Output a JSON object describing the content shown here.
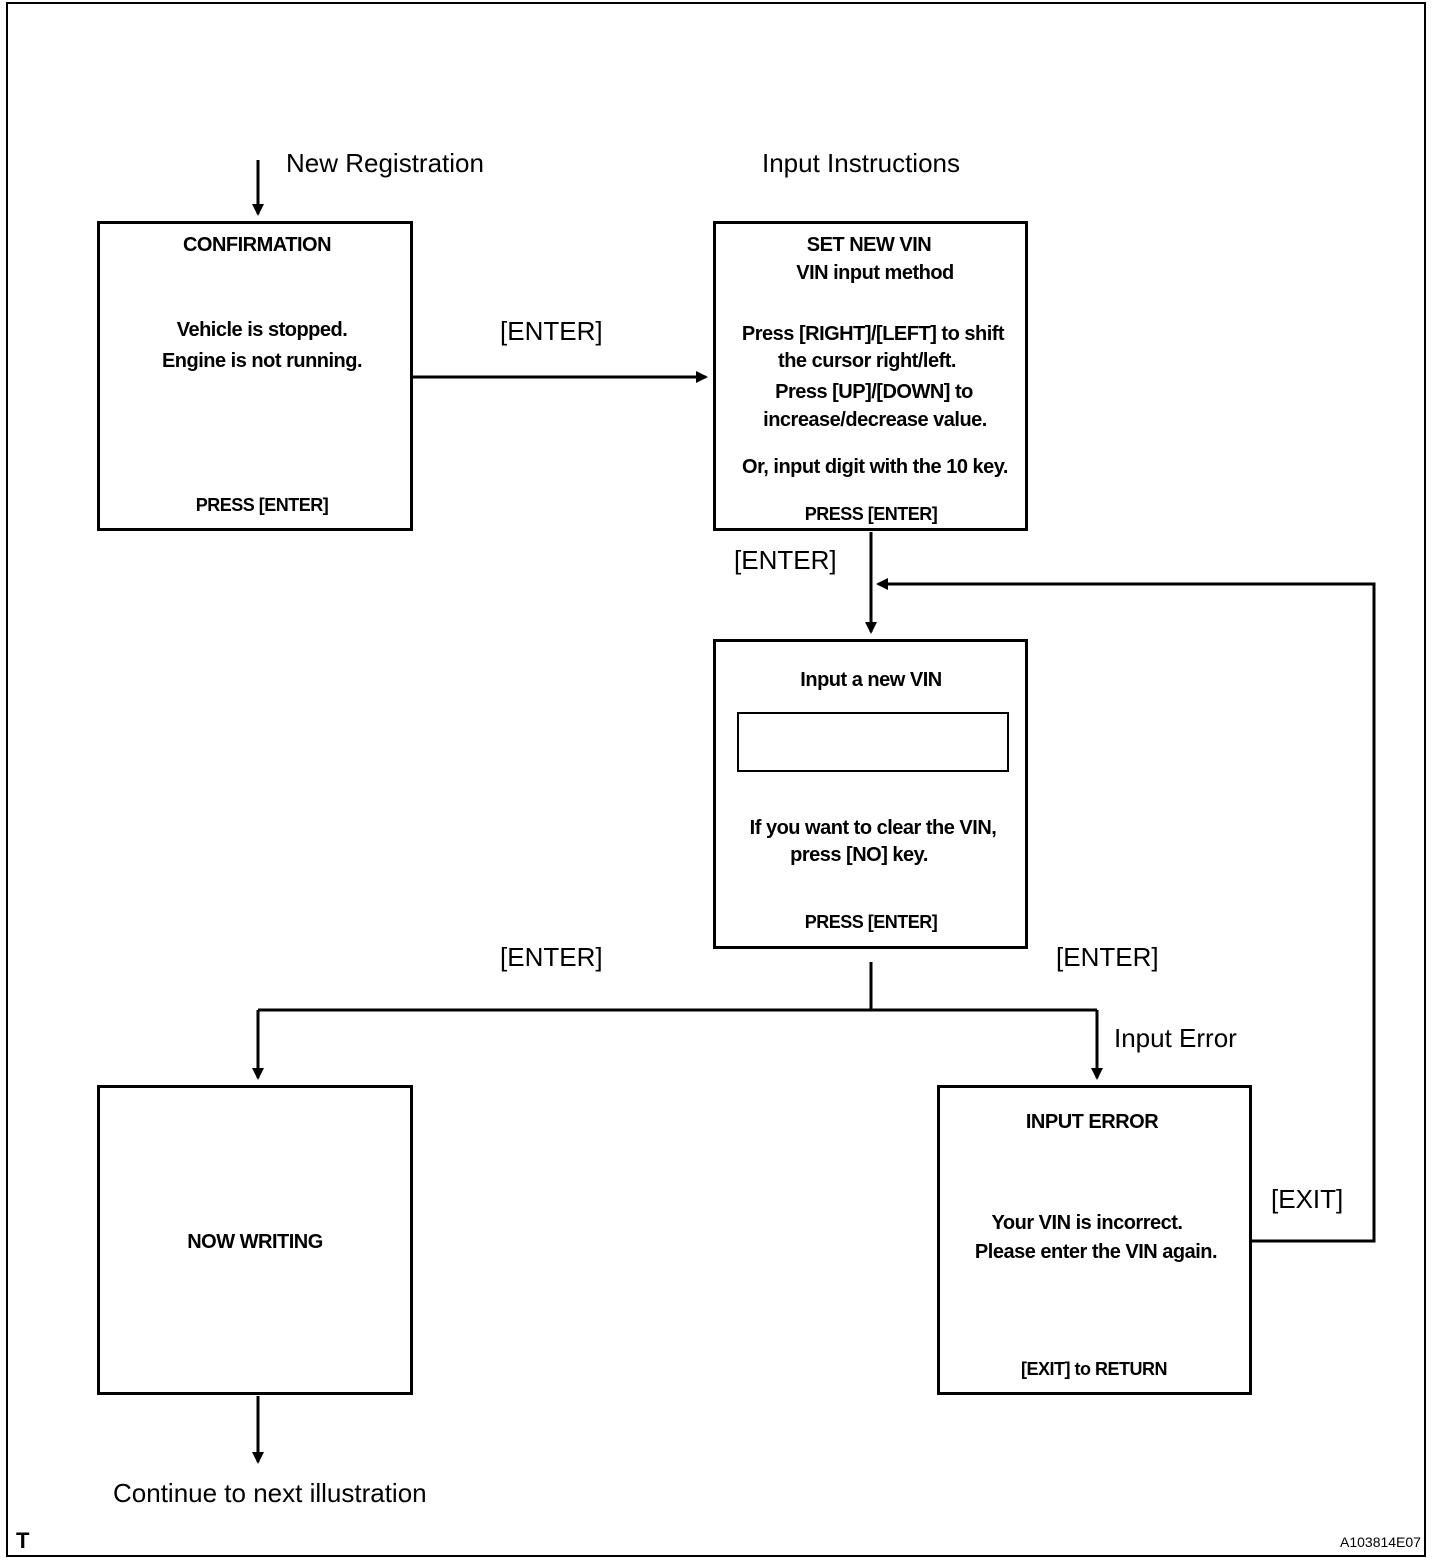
{
  "labels": {
    "new_registration": "New Registration",
    "input_instructions": "Input Instructions",
    "enter_1": "[ENTER]",
    "enter_2": "[ENTER]",
    "enter_3": "[ENTER]",
    "enter_4": "[ENTER]",
    "input_error": "Input Error",
    "exit": "[EXIT]",
    "continue": "Continue to next illustration",
    "corner_t": "T",
    "figure_id": "A103814E07"
  },
  "boxes": {
    "confirmation": {
      "title": "CONFIRMATION",
      "line1": "Vehicle is stopped.",
      "line2": "Engine is not running.",
      "footer": "PRESS [ENTER]"
    },
    "set_vin": {
      "title": "SET NEW VIN",
      "subtitle": "VIN input method",
      "line1": "Press [RIGHT]/[LEFT] to shift",
      "line2": "the cursor right/left.",
      "line3": "Press [UP]/[DOWN]  to",
      "line4": "increase/decrease value.",
      "line5": "Or, input digit with the 10 key.",
      "footer": "PRESS [ENTER]"
    },
    "input_vin": {
      "title": "Input a new VIN",
      "field_value": "",
      "line1": "If you want to clear the VIN,",
      "line2": "press [NO] key.",
      "footer": "PRESS [ENTER]"
    },
    "now_writing": {
      "title": "NOW WRITING"
    },
    "input_error": {
      "title": "INPUT  ERROR",
      "line1": "Your VIN is incorrect.",
      "line2": "Please enter the VIN again.",
      "footer": "[EXIT] to RETURN"
    }
  }
}
